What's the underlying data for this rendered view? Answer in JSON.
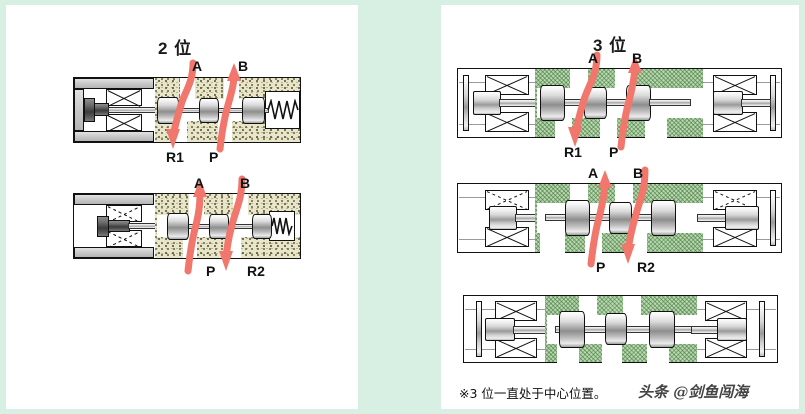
{
  "page": {
    "background_color": "#d8f0e4",
    "panel_color": "#ffffff",
    "accent_red": "#f1776d",
    "body_tan": "#e9e5c8",
    "body_green": "#b8d9af"
  },
  "left_panel": {
    "title": "2 位",
    "valves": [
      {
        "id": "valve-2pos-a",
        "state": "energized-left",
        "labels_top": [
          "A",
          "B"
        ],
        "labels_bottom": [
          "R1",
          "P"
        ]
      },
      {
        "id": "valve-2pos-b",
        "state": "spring-return",
        "labels_top": [
          "A",
          "B"
        ],
        "labels_bottom": [
          "P",
          "R2"
        ]
      }
    ]
  },
  "right_panel": {
    "title": "3 位",
    "valves": [
      {
        "id": "valve-3pos-a",
        "state": "shifted-left",
        "labels_top": [
          "A",
          "B"
        ],
        "labels_bottom": [
          "R1",
          "P"
        ]
      },
      {
        "id": "valve-3pos-b",
        "state": "shifted-right",
        "labels_top": [
          "A",
          "B"
        ],
        "labels_bottom": [
          "P",
          "R2"
        ]
      },
      {
        "id": "valve-3pos-center",
        "state": "center-closed",
        "labels_top": [],
        "labels_bottom": []
      }
    ],
    "note": "※3 位一直处于中心位置。",
    "watermark": "头条 @剑鱼闯海"
  }
}
